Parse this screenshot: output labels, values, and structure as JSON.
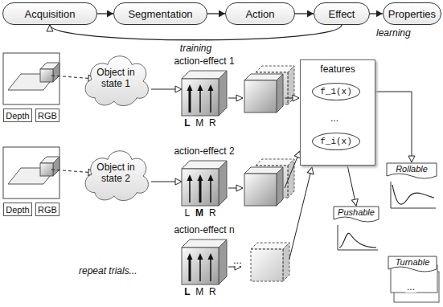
{
  "diagram": {
    "nodes": [
      {
        "text": [
          "Acquisition"
        ]
      },
      {
        "text": [
          "Segmentation"
        ]
      },
      {
        "text": [
          "Action"
        ]
      },
      {
        "text": [
          "Effect"
        ]
      },
      {
        "text": [
          "Properties"
        ]
      },
      {
        "text": [
          "Depth"
        ]
      },
      {
        "text": [
          "RGB"
        ]
      },
      {
        "text": [
          "Object in state 1"
        ]
      },
      {
        "text": [
          "action-effect 1",
          "L",
          "M",
          "R"
        ]
      },
      {
        "text": [
          "Depth"
        ]
      },
      {
        "text": [
          "RGB"
        ]
      },
      {
        "text": [
          "Object in state 2"
        ]
      },
      {
        "text": [
          "action-effect 2",
          "L",
          "M",
          "R"
        ]
      },
      {
        "text": [
          "action-effect n",
          "L",
          "M",
          "R"
        ]
      },
      {
        "text": [
          "features"
        ]
      },
      {
        "text": [
          "f_1(x)"
        ],
        "in": 14
      },
      {
        "text": [
          "f_i(x)"
        ],
        "in": 14
      },
      {
        "text": [
          "Rollable"
        ]
      },
      {
        "text": [
          "Pushable"
        ]
      },
      {
        "text": [
          "Turnable"
        ]
      }
    ],
    "edges": [
      {
        "from": 0,
        "to": 1,
        "arrow": "to"
      },
      {
        "from": 1,
        "to": 2,
        "arrow": "to"
      },
      {
        "from": 2,
        "to": 3,
        "arrow": "to"
      },
      {
        "from": 3,
        "to": 4,
        "arrow": "to"
      },
      {
        "from": 3,
        "to": 0,
        "label": "training",
        "arrow": "to"
      },
      {
        "from": 7,
        "to": 8,
        "arrow": "to"
      },
      {
        "from": 11,
        "to": 12,
        "arrow": "to"
      },
      {
        "from": 15,
        "to": 17,
        "arrow": "to"
      },
      {
        "from": 16,
        "to": 18,
        "arrow": "to"
      }
    ],
    "labels": [
      "learning",
      "repeat trials...",
      "...",
      "...",
      "..."
    ]
  }
}
